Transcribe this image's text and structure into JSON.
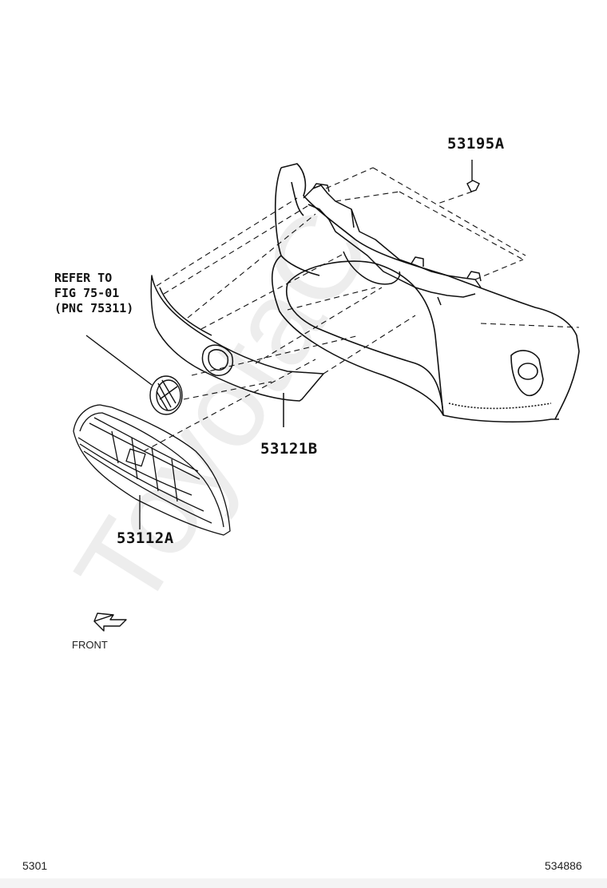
{
  "watermark": "ToyotaC",
  "labels": {
    "clip": "53195A",
    "emblem_ref_line1": "REFER TO",
    "emblem_ref_line2": "FIG 75-01",
    "emblem_ref_line3": "(PNC 75311)",
    "upper_grille": "53121B",
    "radiator_grille": "53112A",
    "front": "FRONT"
  },
  "footer": {
    "figure_number": "5301",
    "illustration_number": "534886"
  },
  "colors": {
    "line": "#111111",
    "watermark": "#ededed"
  }
}
